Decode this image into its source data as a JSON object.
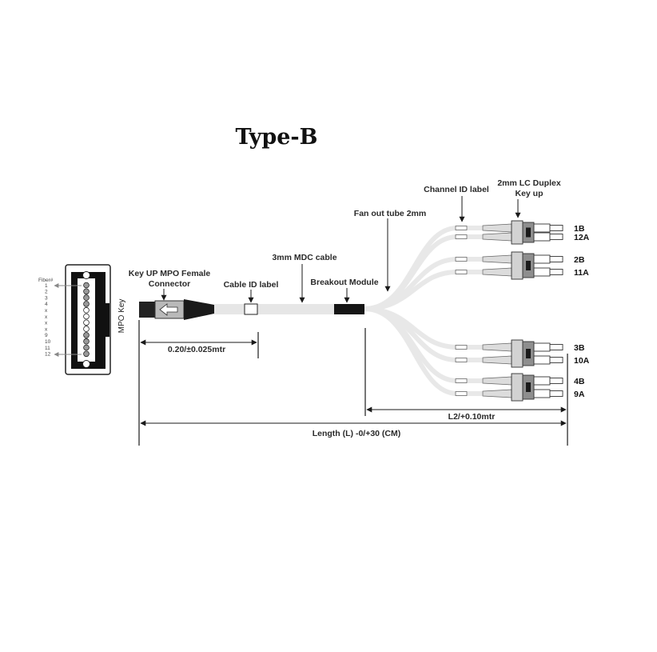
{
  "title": "Type-B",
  "labels": {
    "mpo_connector": [
      "Key UP MPO Female",
      "Connector"
    ],
    "cable_id": "Cable ID label",
    "mdc_cable": "3mm MDC cable",
    "breakout": "Breakout Module",
    "fanout": "Fan out tube 2mm",
    "channel_id": "Channel ID label",
    "lc_duplex": [
      "2mm LC Duplex",
      "Key up"
    ]
  },
  "dimensions": {
    "mpo_length": "0.20/±0.025mtr",
    "l2": "L2/+0.10mtr",
    "total": "Length (L) -0/+30 (CM)"
  },
  "mpo_face": {
    "fiber_header": "Fiber#",
    "fibers": [
      "1",
      "2",
      "3",
      "4",
      "x",
      "x",
      "x",
      "x",
      "9",
      "10",
      "11",
      "12"
    ],
    "key_label": "MPO Key"
  },
  "channels": [
    {
      "top": "1B",
      "bottom": "12A"
    },
    {
      "top": "2B",
      "bottom": "11A"
    },
    {
      "top": "3B",
      "bottom": "10A"
    },
    {
      "top": "4B",
      "bottom": "9A"
    }
  ],
  "colors": {
    "line": "#1a1a1a",
    "cable": "#e6e6e6",
    "breakout": "#151515",
    "connector_body": "#b0b0b0",
    "arrow_gray": "#888888"
  }
}
